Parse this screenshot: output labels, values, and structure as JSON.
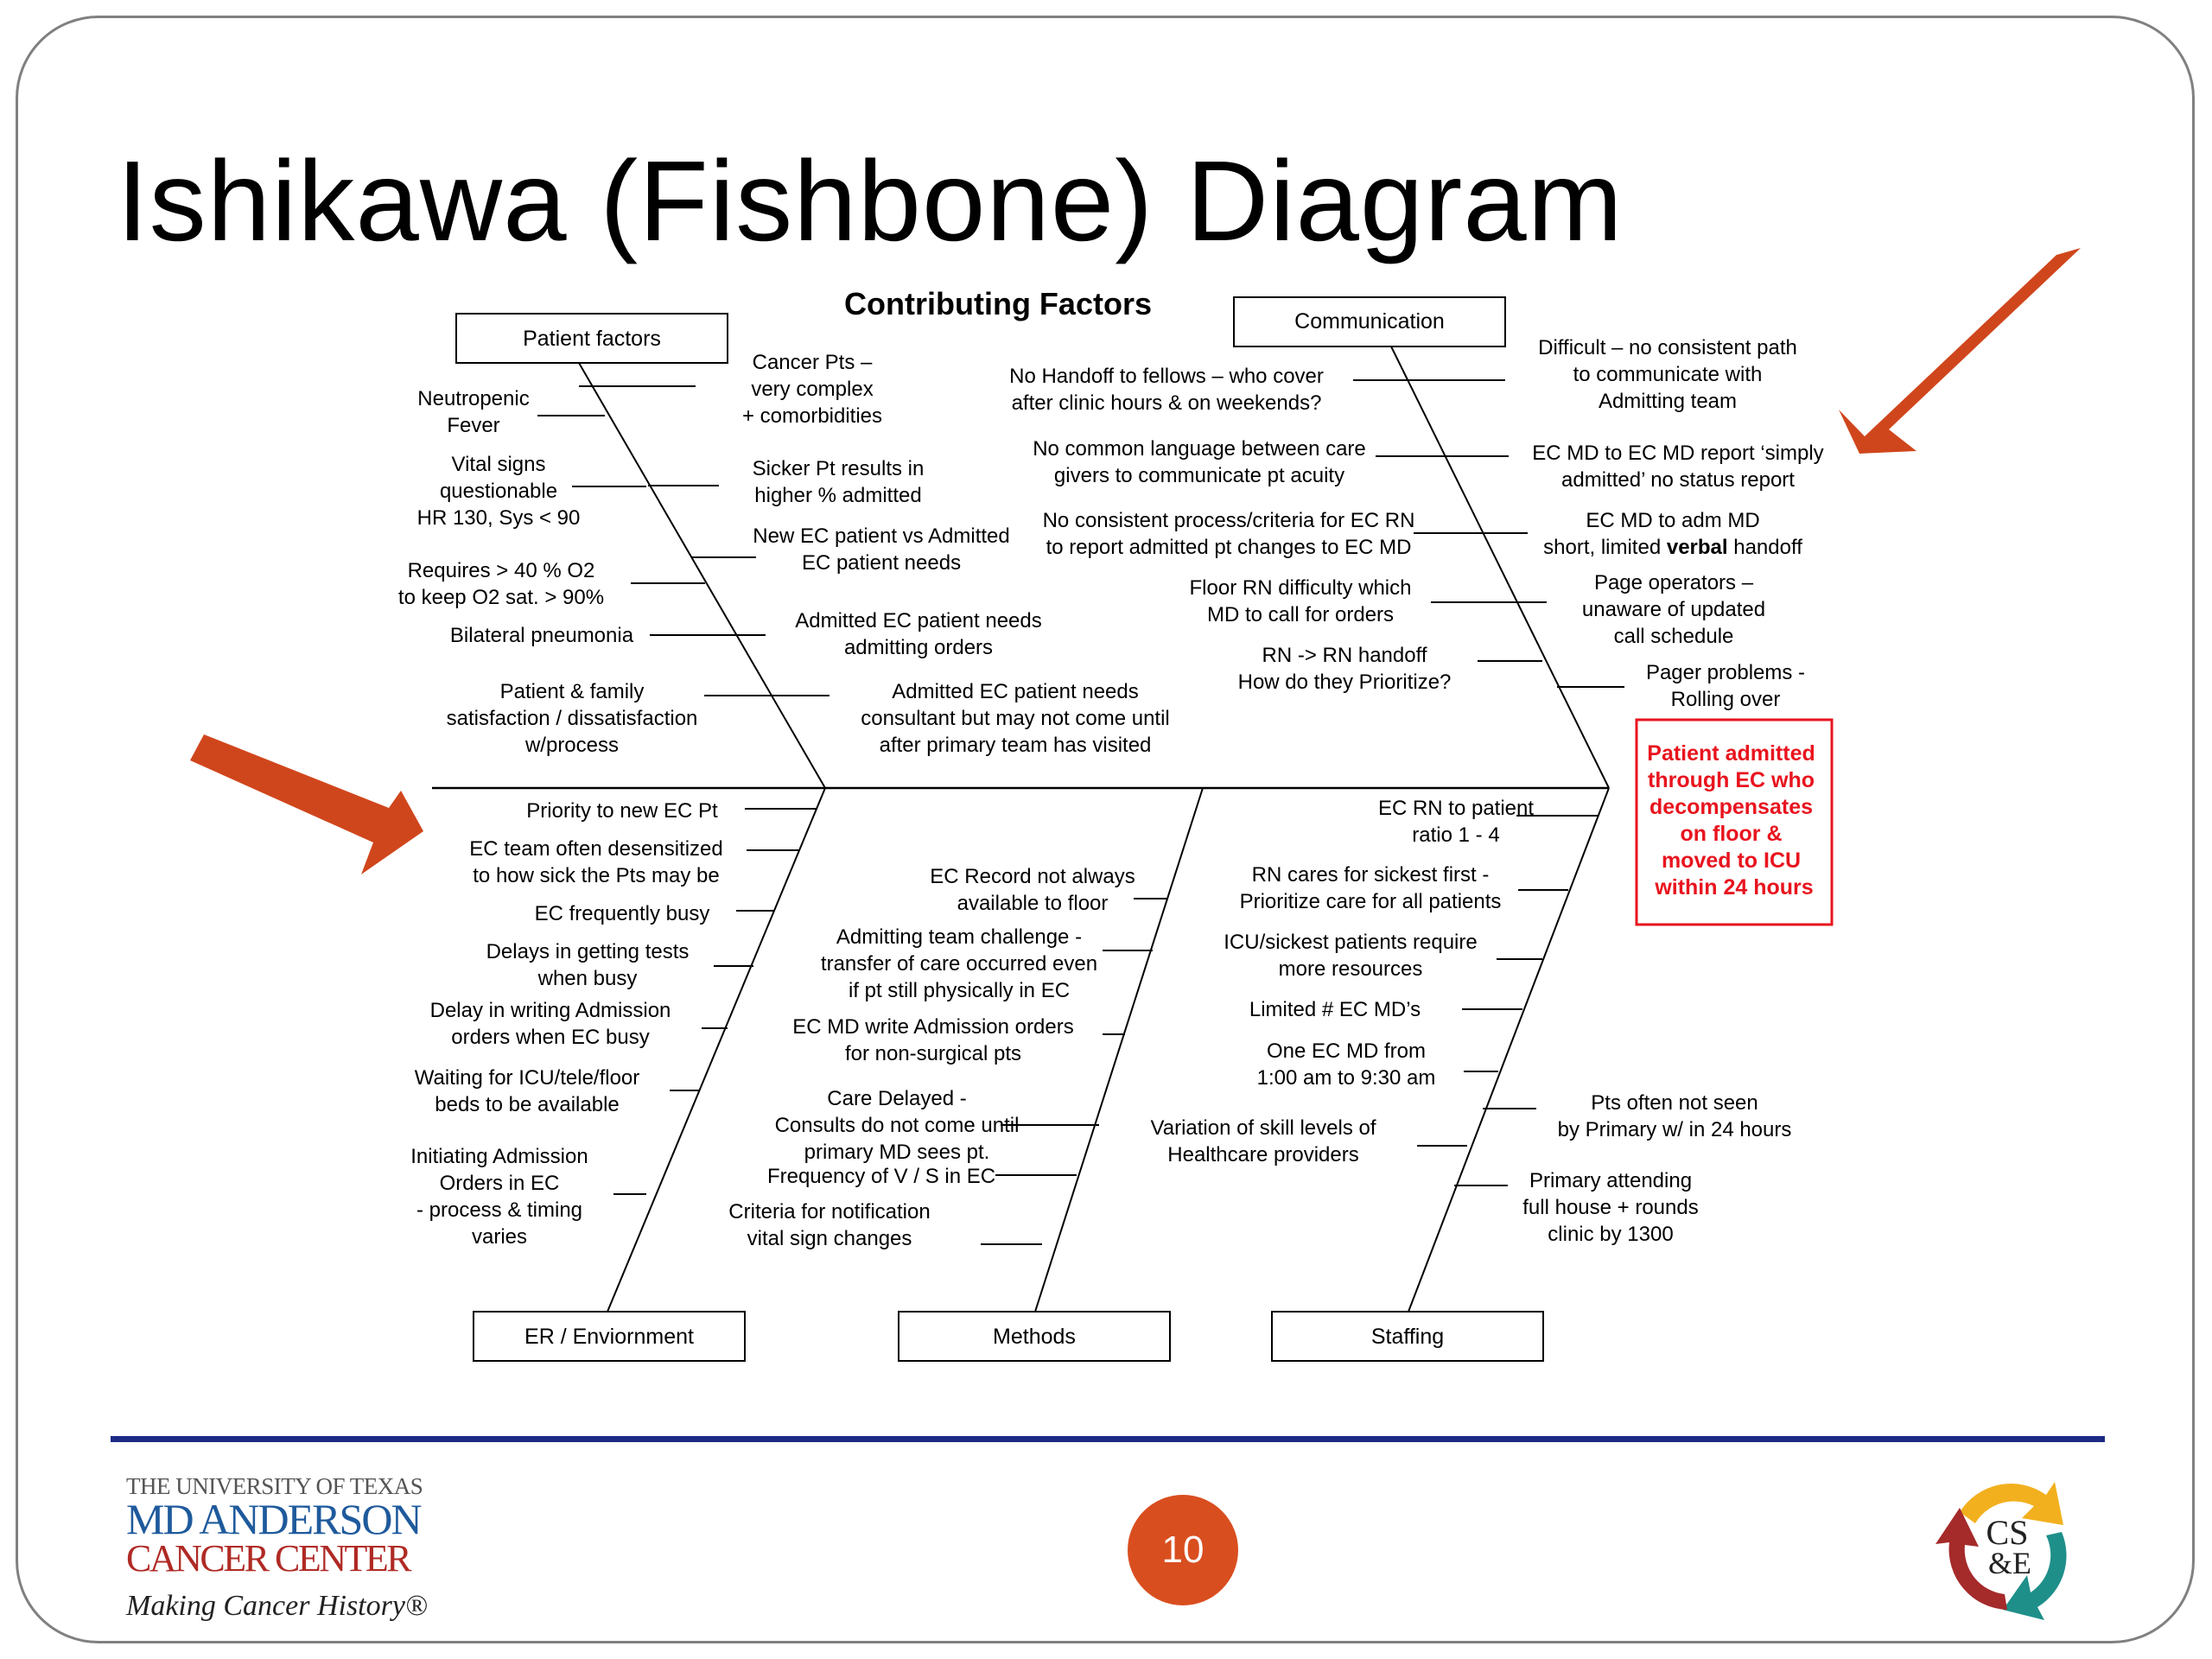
{
  "slide": {
    "title": "Ishikawa (Fishbone) Diagram",
    "page_number": "10"
  },
  "diagram": {
    "subtitle": "Contributing Factors",
    "effect": [
      "Patient admitted",
      "through EC who",
      "decompensates",
      "on floor &",
      "moved to ICU",
      "within 24 hours"
    ],
    "categories": {
      "patient_factors": "Patient factors",
      "communication": "Communication",
      "er_environment": "ER / Enviornment",
      "methods": "Methods",
      "staffing": "Staffing"
    },
    "causes": {
      "patient_factors": [
        [
          "Neutropenic",
          "Fever"
        ],
        [
          "Vital signs",
          "questionable",
          "HR 130, Sys < 90"
        ],
        [
          "Requires > 40 % O2",
          "to keep O2 sat. > 90%"
        ],
        [
          "Bilateral pneumonia"
        ],
        [
          "Patient & family",
          "satisfaction / dissatisfaction",
          "w/process"
        ],
        [
          "Cancer Pts –",
          "very complex",
          "+ comorbidities"
        ],
        [
          "Sicker Pt results in",
          "higher % admitted"
        ],
        [
          "New EC patient vs Admitted",
          "EC patient needs"
        ],
        [
          "Admitted EC patient needs",
          "admitting orders"
        ],
        [
          "Admitted EC patient needs",
          "consultant but may not come until",
          "after primary team has visited"
        ]
      ],
      "communication_left": [
        [
          "No Handoff to fellows – who cover",
          "after clinic hours & on weekends?"
        ],
        [
          "No common language between care",
          "givers to communicate pt acuity"
        ],
        [
          "No consistent process/criteria for EC RN",
          "to report admitted pt changes to EC MD"
        ],
        [
          "Floor RN difficulty which",
          "MD to call for orders"
        ],
        [
          "RN -> RN handoff",
          "How do they Prioritize?"
        ]
      ],
      "communication_right": [
        [
          "Difficult – no consistent path",
          "to communicate with",
          "Admitting team"
        ],
        [
          "EC MD to EC MD report ‘simply",
          "admitted’ no status report"
        ],
        [
          "EC MD to adm MD",
          "short, limited ",
          "verbal",
          " handoff"
        ],
        [
          "Page operators –",
          "unaware of updated",
          "call schedule"
        ],
        [
          "Pager problems -",
          "Rolling over"
        ]
      ],
      "er_environment": [
        [
          "Priority to new EC Pt"
        ],
        [
          "EC team often desensitized",
          "to how sick the Pts may be"
        ],
        [
          "EC  frequently  busy"
        ],
        [
          "Delays in getting tests",
          "when busy"
        ],
        [
          "Delay in writing Admission",
          "orders when EC busy"
        ],
        [
          "Waiting for ICU/tele/floor",
          "beds to be available"
        ],
        [
          "Initiating Admission",
          "Orders in EC",
          "- process & timing",
          "varies"
        ]
      ],
      "methods": [
        [
          "EC Record not always",
          "available to floor"
        ],
        [
          "Admitting team challenge -",
          "transfer of care occurred even",
          "if pt still physically in EC"
        ],
        [
          "EC MD write Admission orders",
          "for non-surgical pts"
        ],
        [
          "Care Delayed -",
          "Consults do not come until",
          "primary MD sees pt."
        ],
        [
          "Frequency of V / S in EC"
        ],
        [
          "Criteria for notification",
          "vital sign changes"
        ]
      ],
      "staffing_left": [
        [
          "EC RN to patient",
          "ratio 1 - 4"
        ],
        [
          "RN cares for sickest first -",
          "Prioritize care for all patients"
        ],
        [
          "ICU/sickest patients require",
          "more resources"
        ],
        [
          "Limited # EC MD’s"
        ],
        [
          "One EC MD from",
          "1:00 am to 9:30 am"
        ],
        [
          "Variation of skill levels of",
          "Healthcare providers"
        ]
      ],
      "staffing_right": [
        [
          "Pts often not seen",
          "by Primary w/ in 24 hours"
        ],
        [
          "Primary attending",
          "full house + rounds",
          "clinic by 1300"
        ]
      ]
    }
  },
  "logos": {
    "left": {
      "line1": "THE UNIVERSITY OF TEXAS",
      "line2": "MD ANDERSON",
      "line3": "CANCER CENTER",
      "tagline": "Making Cancer History®"
    },
    "right": {
      "monogram_top": "CS",
      "monogram_bottom": "&E"
    }
  },
  "colors": {
    "arrow": "#d0461c",
    "rule": "#1c2a85",
    "effect_text": "#e8141e",
    "badge": "#d94e1f"
  }
}
